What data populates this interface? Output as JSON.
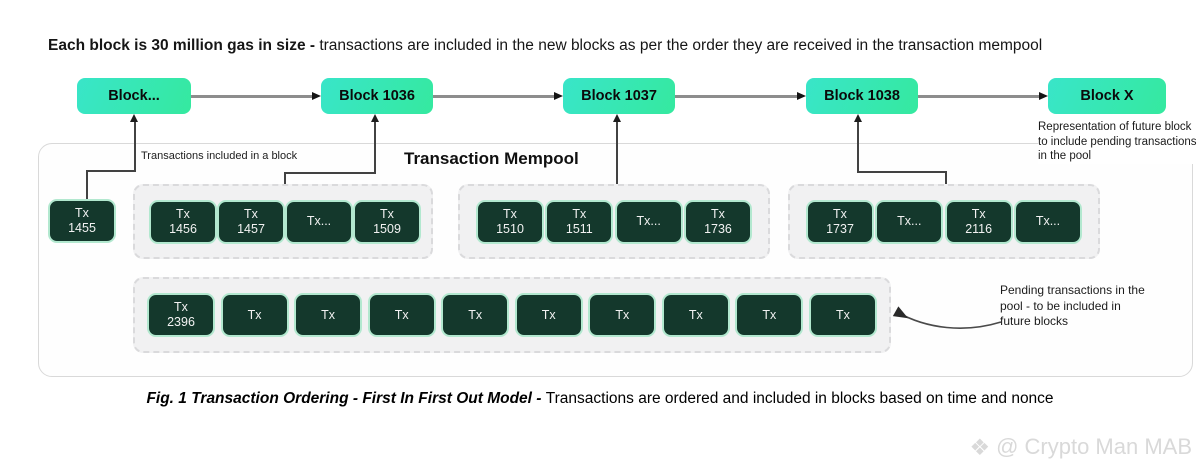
{
  "title": {
    "bold": "Each block is 30 million gas in size - ",
    "regular": "transactions are included in the new blocks as per the order they are received in the transaction mempool"
  },
  "blocks": [
    {
      "label": "Block..."
    },
    {
      "label": "Block 1036"
    },
    {
      "label": "Block 1037"
    },
    {
      "label": "Block 1038"
    },
    {
      "label": "Block X"
    }
  ],
  "mempool": {
    "heading": "Transaction Mempool",
    "included_label": "Transactions included in a block",
    "standalone_tx": "Tx 1455",
    "row1_groups": [
      {
        "txs": [
          "Tx 1456",
          "Tx 1457",
          "Tx...",
          "Tx 1509"
        ]
      },
      {
        "txs": [
          "Tx 1510",
          "Tx 1511",
          "Tx...",
          "Tx 1736"
        ]
      },
      {
        "txs": [
          "Tx 1737",
          "Tx...",
          "Tx 2116",
          "Tx..."
        ]
      }
    ],
    "row2_group": {
      "txs": [
        "Tx 2396",
        "Tx",
        "Tx",
        "Tx",
        "Tx",
        "Tx",
        "Tx",
        "Tx",
        "Tx",
        "Tx"
      ]
    }
  },
  "annotations": {
    "future_block": "Representation of future block to include pending transactions in the pool",
    "pending_pool": "Pending transactions in the pool - to be included in future blocks"
  },
  "caption": {
    "bold": "Fig. 1 Transaction Ordering - First In First Out Model - ",
    "regular": "Transactions are ordered and included in blocks based on time and nonce"
  },
  "watermark": {
    "icon": "binance-diamond-icon",
    "text": "@ Crypto Man MAB"
  },
  "colors": {
    "block_gradient_start": "#39E5C9",
    "block_gradient_end": "#35E99F",
    "tx_fill": "#14382C",
    "tx_border": "#B2E8CF",
    "pool_border": "#D9D9D9",
    "connector": "#424242"
  }
}
